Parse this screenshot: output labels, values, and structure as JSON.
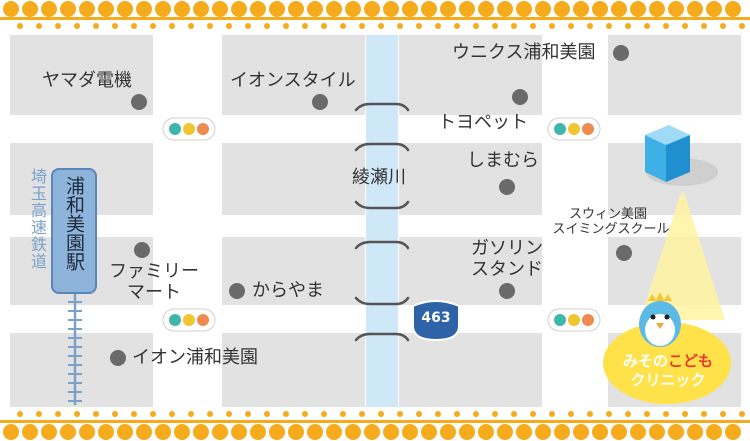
{
  "map": {
    "landmarks": {
      "yamada": "ヤマダ電機",
      "aeon_style": "イオンスタイル",
      "unicus": "ウニクス浦和美園",
      "toyopet": "トヨペット",
      "shimamura": "しまむら",
      "ayase_river": "綾瀬川",
      "swin_line1": "スウィン美園",
      "swin_line2": "スイミングスクール",
      "gas_line1": "ガソリン",
      "gas_line2": "スタンド",
      "familymart_line1": "ファミリー",
      "familymart_line2": "マート",
      "karayama": "からやま",
      "aeon_urawa": "イオン浦和美園"
    },
    "railway_label": "埼玉高速鉄道",
    "station_name": "浦和美園駅",
    "route_number": "463",
    "clinic": {
      "name_part1": "みその",
      "name_part2": "こども",
      "name_line2": "クリニック"
    },
    "colors": {
      "block": "#e2e2e2",
      "road": "#ffffff",
      "river": "#cfe8f8",
      "border_dots": "#f5ab1c",
      "route_badge": "#2f63a8",
      "clinic_bubble": "#ffe24a",
      "building": "#3eb0e6",
      "signal_teal": "#3fb6a9",
      "signal_yellow": "#f2c42f",
      "signal_orange": "#ef8a50"
    }
  }
}
